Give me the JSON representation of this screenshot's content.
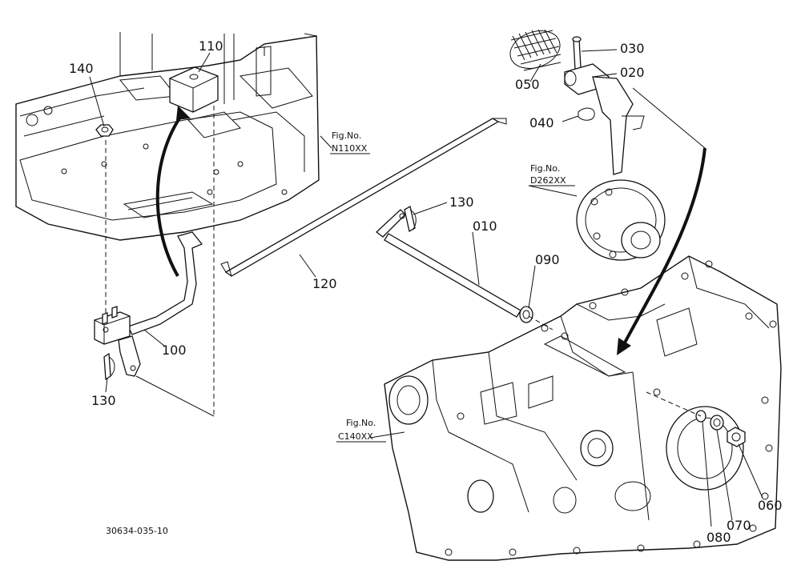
{
  "callouts": {
    "c140": "140",
    "c110": "110",
    "c030": "030",
    "c020": "020",
    "c050": "050",
    "c040": "040",
    "c130a": "130",
    "c010": "010",
    "c090": "090",
    "c120": "120",
    "c100": "100",
    "c130b": "130",
    "c060": "060",
    "c070": "070",
    "c080": "080"
  },
  "fig_refs": {
    "n110": {
      "label": "Fig.No.",
      "code": "N110XX"
    },
    "d262": {
      "label": "Fig.No.",
      "code": "D262XX"
    },
    "c140": {
      "label": "Fig.No.",
      "code": "C140XX"
    }
  },
  "drawing_number": "30634-035-10"
}
